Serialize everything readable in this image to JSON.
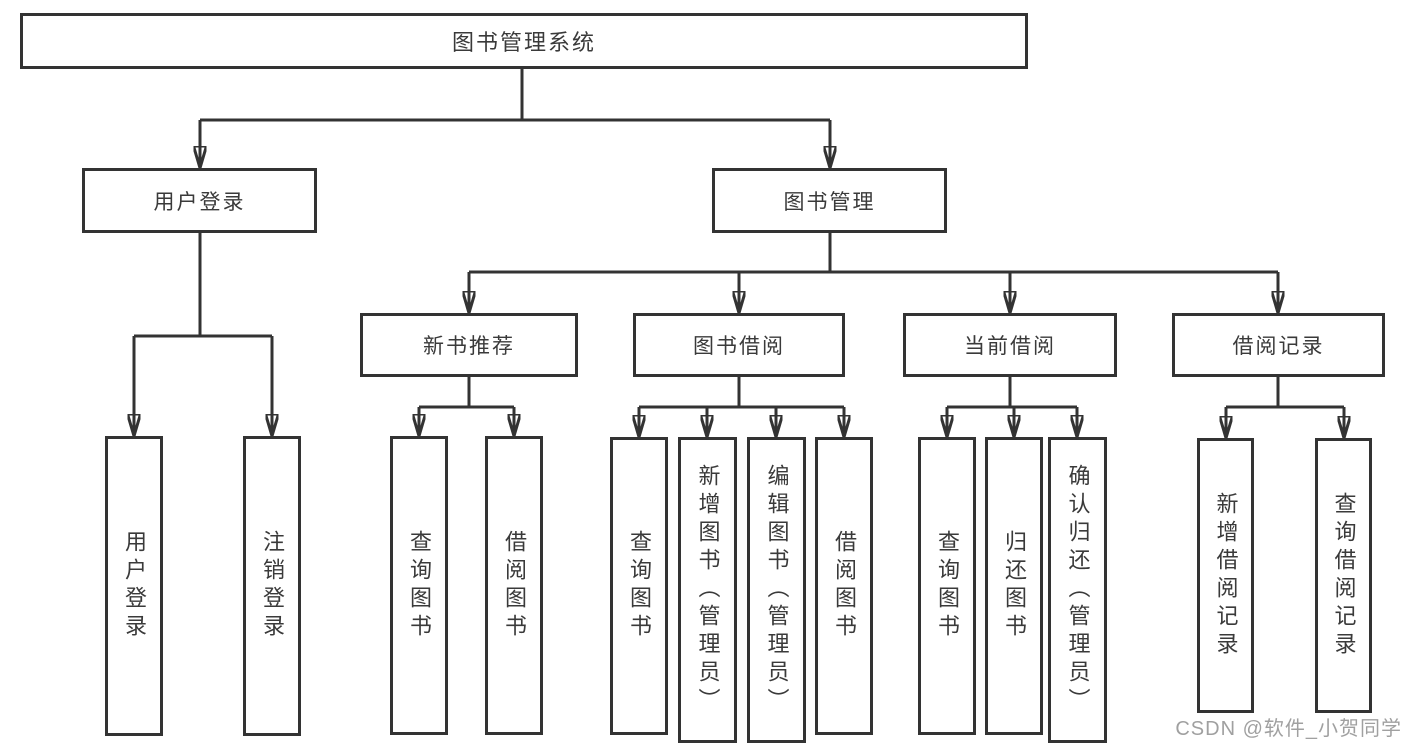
{
  "diagram": {
    "type": "tree",
    "root": {
      "label": "图书管理系统"
    },
    "branches": [
      {
        "label": "用户登录",
        "children": [
          {
            "label": "用户登录"
          },
          {
            "label": "注销登录"
          }
        ]
      },
      {
        "label": "图书管理",
        "children": [
          {
            "label": "新书推荐",
            "children": [
              {
                "label": "查询图书"
              },
              {
                "label": "借阅图书"
              }
            ]
          },
          {
            "label": "图书借阅",
            "children": [
              {
                "label": "查询图书"
              },
              {
                "label": "新增图书（管理员）"
              },
              {
                "label": "编辑图书（管理员）"
              },
              {
                "label": "借阅图书"
              }
            ]
          },
          {
            "label": "当前借阅",
            "children": [
              {
                "label": "查询图书"
              },
              {
                "label": "归还图书"
              },
              {
                "label": "确认归还（管理员）"
              }
            ]
          },
          {
            "label": "借阅记录",
            "children": [
              {
                "label": "新增借阅记录"
              },
              {
                "label": "查询借阅记录"
              }
            ]
          }
        ]
      }
    ]
  },
  "watermark": {
    "text": "CSDN @软件_小贺同学"
  },
  "colors": {
    "line": "#333333",
    "box_border": "#333333",
    "text": "#3a3a3a",
    "background": "#ffffff",
    "watermark": "#989898"
  }
}
